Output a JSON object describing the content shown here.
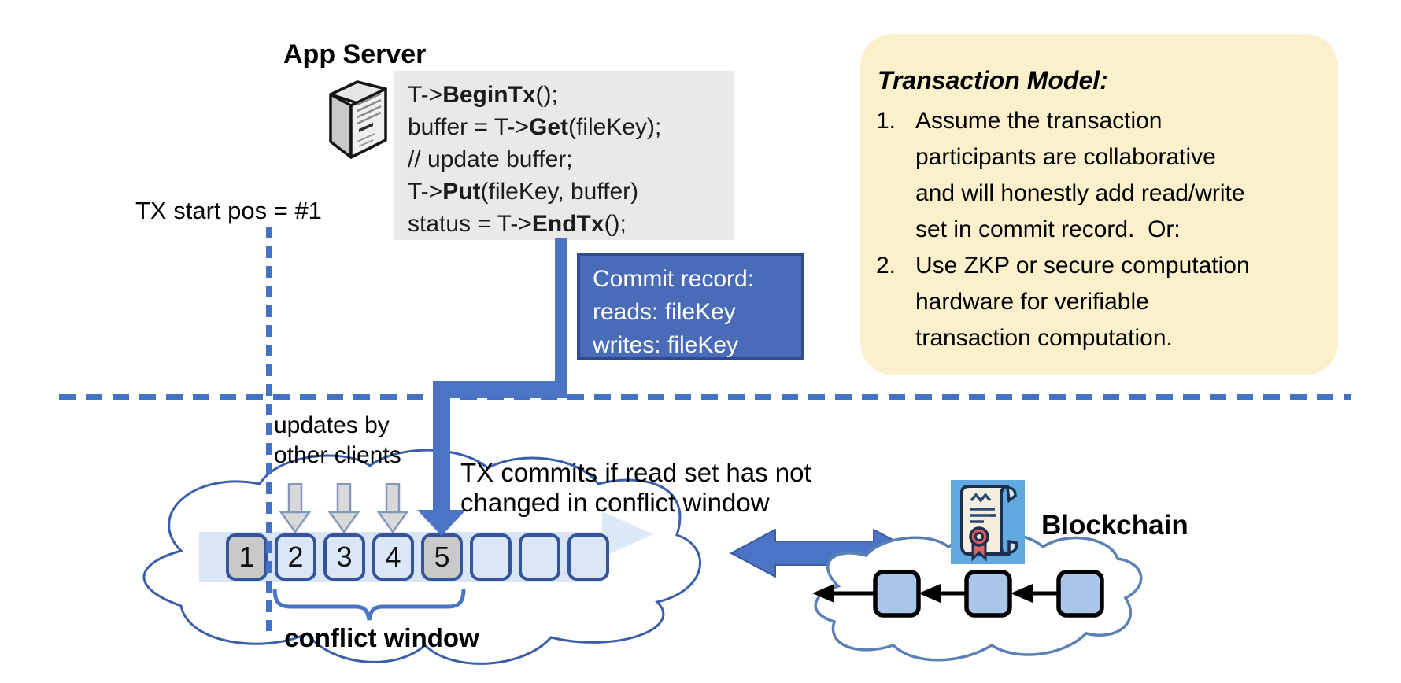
{
  "app_server": {
    "label": "App Server"
  },
  "code_block": {
    "lines": [
      {
        "pre": "T->",
        "bold": "BeginTx",
        "post": "();"
      },
      {
        "pre": "buffer = T->",
        "bold": "Get",
        "post": "(fileKey);"
      },
      {
        "pre": "// update buffer;",
        "bold": "",
        "post": ""
      },
      {
        "pre": "T->",
        "bold": "Put",
        "post": "(fileKey, buffer)"
      },
      {
        "pre": "status = T->",
        "bold": "EndTx",
        "post": "();"
      }
    ]
  },
  "tx_start": {
    "label": "TX start pos = #1"
  },
  "commit_record": {
    "line1": "Commit record:",
    "line2": "reads: fileKey",
    "line3": "writes: fileKey"
  },
  "transaction_model": {
    "title": "Transaction Model:",
    "item1": {
      "num": "1.",
      "line1": "Assume the transaction",
      "line2": "participants are collaborative",
      "line3": "and will honestly add read/write",
      "line4": "set in commit record.  Or:"
    },
    "item2": {
      "num": "2.",
      "line1": "Use ZKP or secure computation",
      "line2": "hardware for verifiable",
      "line3": "transaction computation."
    }
  },
  "timeline": {
    "block1": "1",
    "block2": "2",
    "block3": "3",
    "block4": "4",
    "block5": "5",
    "updates_line1": "updates by",
    "updates_line2": "other clients",
    "commits_line1": "TX commits if read set has not",
    "commits_line2": "changed in conflict window",
    "conflict_window_label": "conflict window"
  },
  "blockchain": {
    "label": "Blockchain"
  },
  "colors": {
    "accent_blue": "#4472C4",
    "arrow_blue": "#4B74C5",
    "commit_fill": "#4A6CB8",
    "commit_border": "#2D4C92",
    "panel_yellow": "#FAF0CC",
    "code_bg": "#E9E9E9",
    "block_border": "#34549B",
    "block_fill_light": "#DBE7F6",
    "block_fill_gray": "#C9C9C9",
    "band_fill": "#D9E5F4",
    "cloud_stroke_left": "#3A5FA8",
    "cloud_stroke_right": "#5B80B4",
    "chain_block_fill": "#A9C6EA",
    "gray_arrow_fill": "#D9D9D9"
  }
}
